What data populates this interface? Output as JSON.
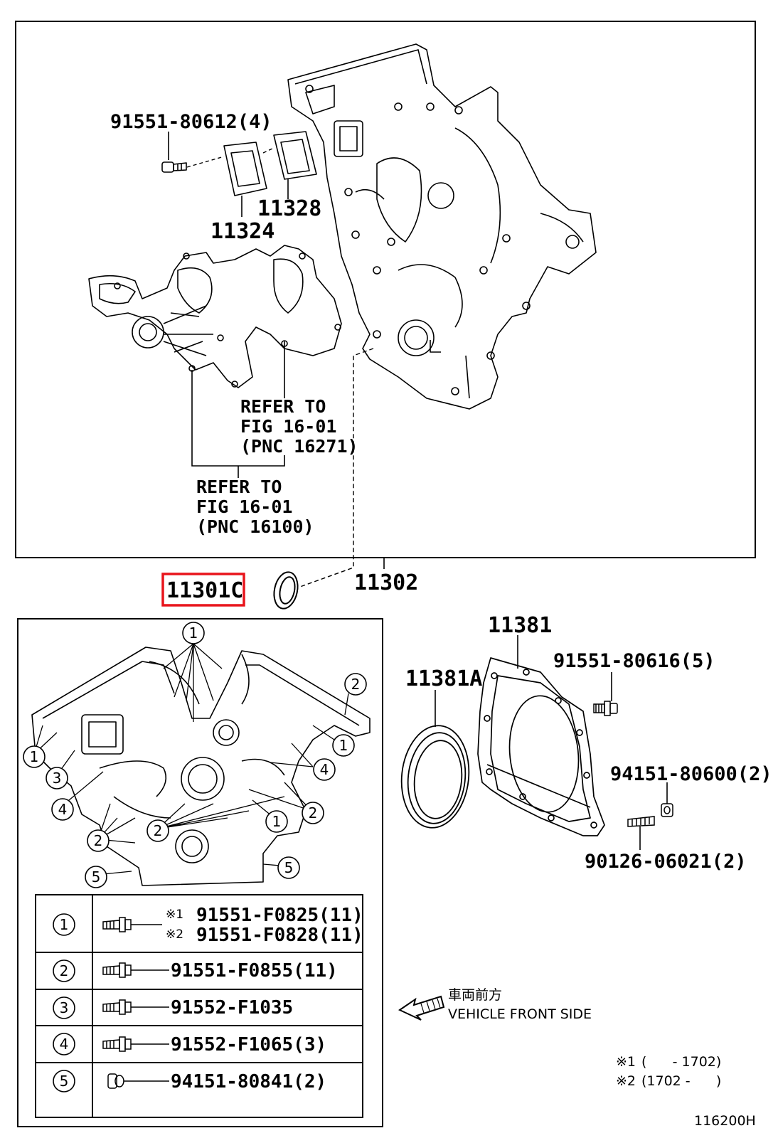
{
  "labels": {
    "bolt_top": "91551-80612(4)",
    "gasket_a": "11328",
    "plate_a": "11324",
    "refer1_l1": "REFER TO",
    "refer1_l2": "FIG 16-01",
    "refer1_l3": "(PNC 16271)",
    "refer2_l1": "REFER TO",
    "refer2_l2": "FIG 16-01",
    "refer2_l3": "(PNC 16100)",
    "cover": "11302",
    "seal_highlight": "11301C",
    "retainer": "11381",
    "oilseal": "11381A",
    "bolt_right": "91551-80616(5)",
    "nut_right": "94151-80600(2)",
    "stud_right": "90126-06021(2)"
  },
  "callouts": [
    "1",
    "2",
    "1",
    "4",
    "3",
    "4",
    "2",
    "1",
    "2",
    "2",
    "5",
    "5"
  ],
  "legend_table": [
    {
      "num": "1",
      "line1_mark": "※1",
      "line1": "91551-F0825(11)",
      "line2_mark": "※2",
      "line2": "91551-F0828(11)"
    },
    {
      "num": "2",
      "line1": "91551-F0855(11)"
    },
    {
      "num": "3",
      "line1": "91552-F1035"
    },
    {
      "num": "4",
      "line1": "91552-F1065(3)"
    },
    {
      "num": "5",
      "line1": "94151-80841(2)"
    }
  ],
  "front": {
    "jp": "車両前方",
    "en": "VEHICLE FRONT SIDE"
  },
  "notes": {
    "n1_mark": "※1",
    "n1_text": "(      - 1702)",
    "n2_mark": "※2",
    "n2_text": "(1702 -      )"
  },
  "figure_code": "116200H",
  "colors": {
    "highlight": "#e8141b",
    "ink": "#000000"
  }
}
